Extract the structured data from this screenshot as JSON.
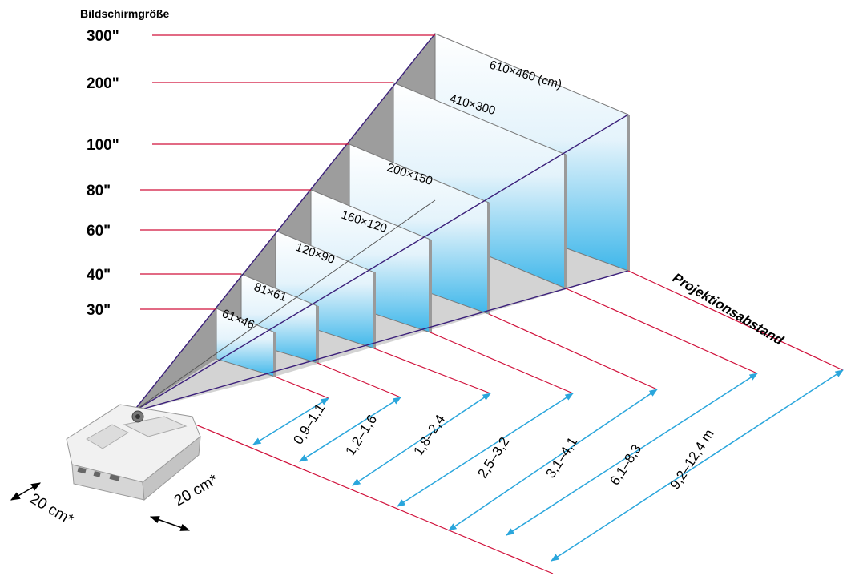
{
  "colors": {
    "red_line": "#d0103a",
    "purple_line": "#3b1f7a",
    "blue_arrow": "#2aa6dc",
    "wall_gray": "#8c8c8c",
    "floor_gray": "#c8c8c8",
    "screen_blue": "#3fb7ea"
  },
  "heading": "Bildschirmgröße",
  "distance_title": "Projektionsabstand",
  "screen_sizes": [
    {
      "label": "300\"",
      "dimensions": "610×460 (cm)",
      "distance": "9,2–12,4 m"
    },
    {
      "label": "200\"",
      "dimensions": "410×300",
      "distance": "6,1–8,3"
    },
    {
      "label": "100\"",
      "dimensions": "200×150",
      "distance": "3,1–4,1"
    },
    {
      "label": "80\"",
      "dimensions": "160×120",
      "distance": "2,5–3,2"
    },
    {
      "label": "60\"",
      "dimensions": "120×90",
      "distance": "1,8–2,4"
    },
    {
      "label": "40\"",
      "dimensions": "81×61",
      "distance": "1,2–1,6"
    },
    {
      "label": "30\"",
      "dimensions": "61×46",
      "distance": "0,9–1,1"
    }
  ],
  "clearance": {
    "side": "20 cm*",
    "rear": "20 cm*"
  },
  "icons": {
    "projector": "projector-icon"
  }
}
